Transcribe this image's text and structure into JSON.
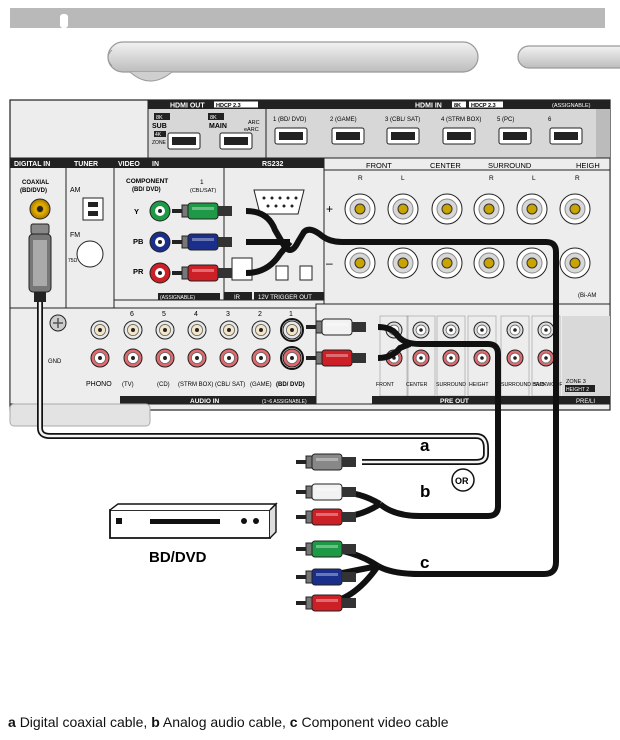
{
  "hdmi_out": {
    "title": "HDMI OUT",
    "hdcp": "HDCP 2.3",
    "sub_8k": "8K",
    "sub": "SUB",
    "sub_4k": "4K",
    "zone": "ZONE 2",
    "main_8k": "8K",
    "main": "MAIN",
    "arc": "ARC",
    "earc": "eARC"
  },
  "hdmi_in": {
    "title": "HDMI IN",
    "k8": "8K",
    "hdcp": "HDCP 2.3",
    "assignable": "(ASSIGNABLE)",
    "ports": [
      "1 (BD/ DVD)",
      "2 (GAME)",
      "3 (CBL/ SAT)",
      "4 (STRM BOX)",
      "5 (PC)",
      "6"
    ]
  },
  "digital_in": {
    "header": "DIGITAL IN",
    "coaxial": "COAXIAL",
    "bd_dvd": "(BD/DVD)"
  },
  "tuner": {
    "header": "TUNER",
    "am": "AM",
    "fm": "FM",
    "ohm": "75Ω"
  },
  "video_in": {
    "header": "VIDEO",
    "in": "IN",
    "component": "COMPONENT",
    "bd_dvd": "(BD/ DVD)",
    "num": "1",
    "cbl_sat": "(CBL/SAT)",
    "y": "Y",
    "pb": "PB",
    "pr": "PR",
    "assignable": "(ASSIGNABLE)"
  },
  "rs232": "RS232",
  "ir_label": "IR",
  "trigger_label": "12V TRIGGER OUT",
  "speaker": {
    "front": "FRONT",
    "center": "CENTER",
    "surround": "SURROUND",
    "heigh": "HEIGH",
    "r": "R",
    "l": "L",
    "plus": "+",
    "minus": "–",
    "bi_am": "(Bi-AM"
  },
  "audio_in": {
    "title": "AUDIO IN",
    "assignable": "(1~6 ASSIGNABLE)",
    "numbers": [
      "6",
      "5",
      "4",
      "3",
      "2",
      "1"
    ],
    "labels": [
      "PHONO",
      "(TV)",
      "(CD)",
      "(STRM BOX)",
      "(CBL/ SAT)",
      "(GAME)",
      "(BD/ DVD)"
    ],
    "gnd": "GND"
  },
  "pre_out": {
    "title": "PRE OUT",
    "labels": [
      "FRONT",
      "CENTER",
      "SURROUND",
      "HEIGHT",
      "SURROUND BACK",
      "SUB-WOOFER"
    ],
    "zone": "ZONE 3",
    "zone_sub": "HEIGHT 2",
    "pre_li": "PRE/LI"
  },
  "cables": {
    "a": "a",
    "b": "b",
    "c": "c",
    "or": "OR"
  },
  "device": {
    "label": "BD/DVD"
  },
  "caption": {
    "a": "a",
    "a_text": "Digital coaxial cable,",
    "b": "b",
    "b_text": "Analog audio cable,",
    "c": "c",
    "c_text": "Component video cable"
  },
  "colors": {
    "green": "#1e9a46",
    "blue": "#1a2f8c",
    "red": "#cc1f26",
    "cable": "#111111",
    "panel": "#eeeeee",
    "dark": "#222222"
  }
}
